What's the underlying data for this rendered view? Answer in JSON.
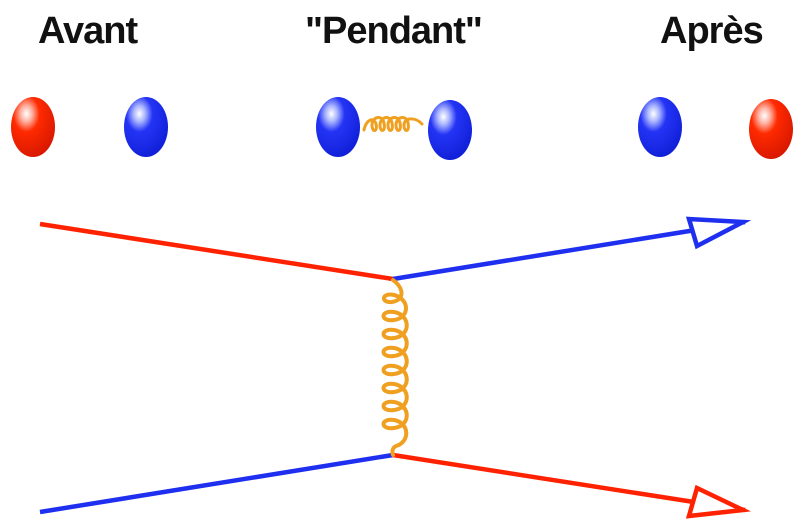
{
  "labels": {
    "before": "Avant",
    "during": "\"Pendant\"",
    "after": "Après"
  },
  "colors": {
    "red": "#ff2200",
    "blue": "#1e2ff0",
    "gluon": "#f0a020",
    "text": "#111111",
    "background": "#ffffff"
  },
  "icons": {
    "particle": "sphere",
    "gluon": "spring-coil",
    "arrow": "hollow-arrowhead"
  }
}
